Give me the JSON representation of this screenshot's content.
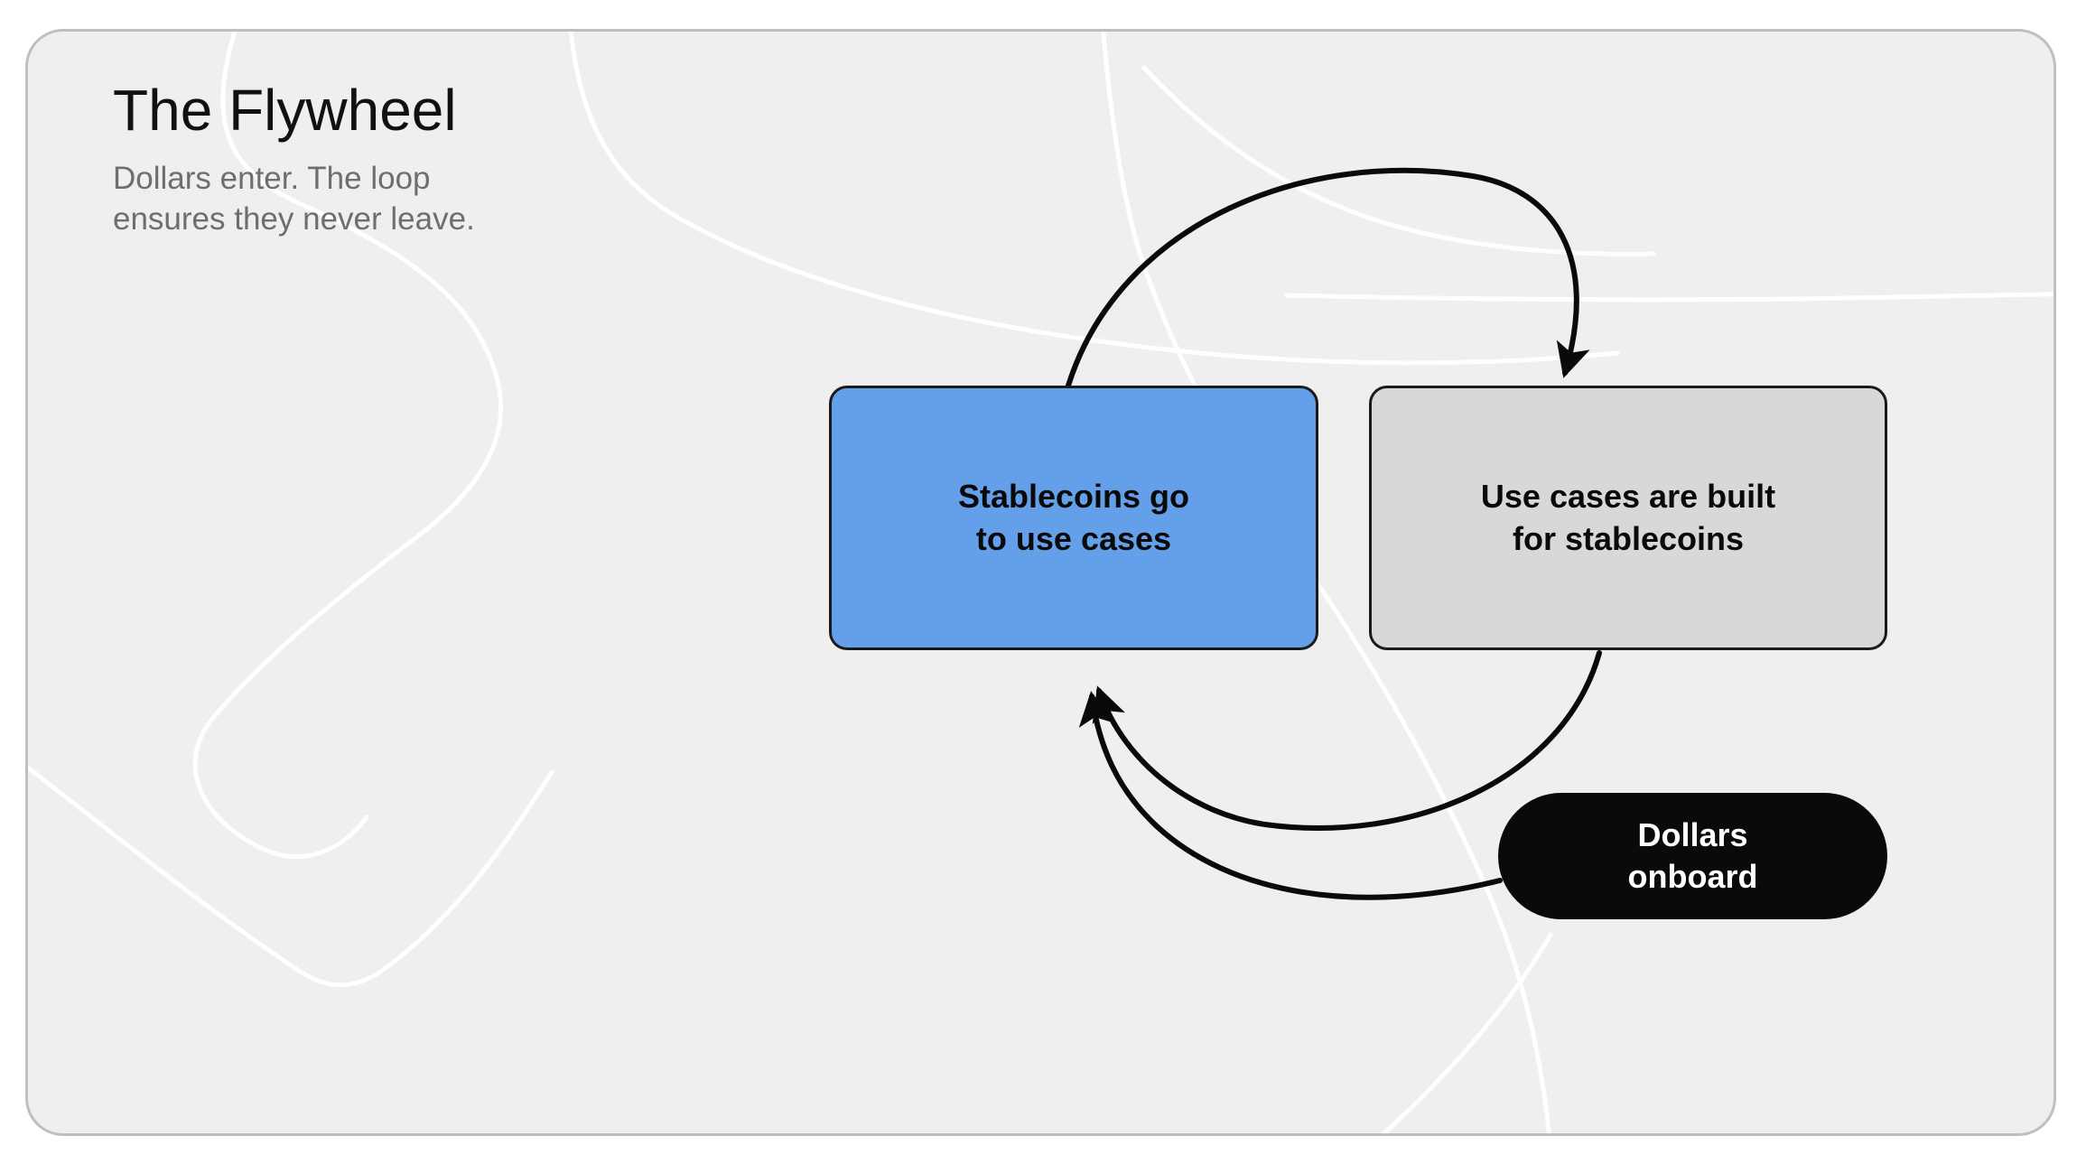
{
  "frame": {
    "background_color": "#efefef",
    "border_color": "#bfbfbf"
  },
  "header": {
    "title": "The Flywheel",
    "subtitle": "Dollars enter. The loop\nensures they never leave."
  },
  "diagram": {
    "type": "cycle-flywheel",
    "nodes": [
      {
        "id": "stablecoins-to-use-cases",
        "label": "Stablecoins go\nto use cases",
        "fill": "#649fe9",
        "text_color": "#0a0a0a",
        "shape": "rounded-rect"
      },
      {
        "id": "use-cases-for-stablecoins",
        "label": "Use cases are built\nfor stablecoins",
        "fill": "#d8d8d8",
        "text_color": "#0a0a0a",
        "shape": "rounded-rect"
      },
      {
        "id": "dollars-onboard",
        "label": "Dollars\nonboard",
        "fill": "#0a0a0a",
        "text_color": "#ffffff",
        "shape": "pill"
      }
    ],
    "edges": [
      {
        "id": "edge-stablecoins-to-usecases",
        "from": "stablecoins-to-use-cases",
        "to": "use-cases-for-stablecoins",
        "style": "curved-arc-top",
        "color": "#0a0a0a"
      },
      {
        "id": "edge-usecases-to-stablecoins",
        "from": "use-cases-for-stablecoins",
        "to": "stablecoins-to-use-cases",
        "style": "curved-arc-bottom",
        "color": "#0a0a0a"
      },
      {
        "id": "edge-dollars-to-stablecoins",
        "from": "dollars-onboard",
        "to": "stablecoins-to-use-cases",
        "style": "curved-arc-bottom-long",
        "color": "#0a0a0a"
      }
    ]
  }
}
